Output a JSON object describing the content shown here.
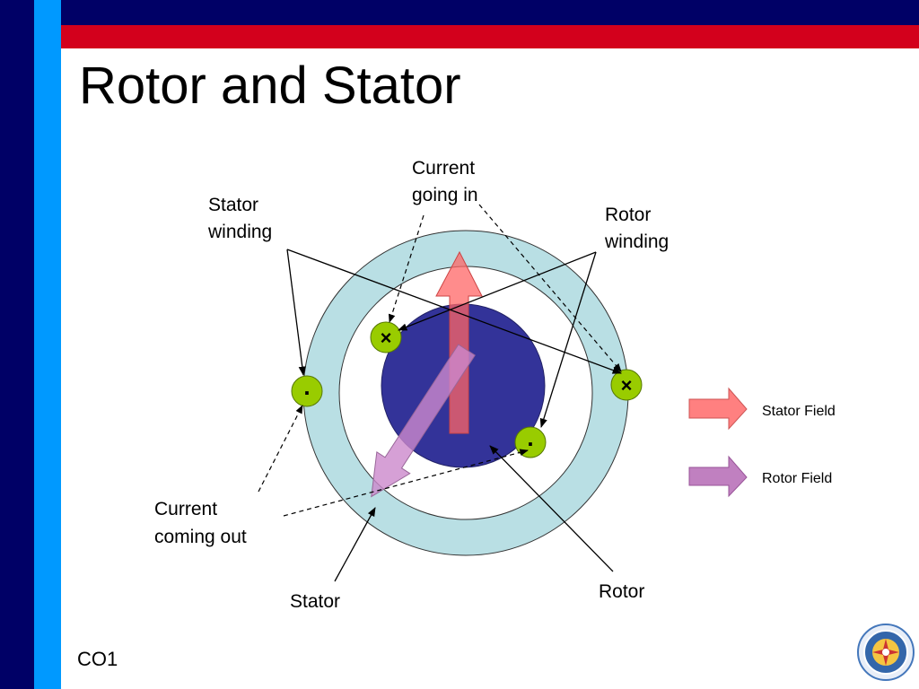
{
  "slide": {
    "title": "Rotor and Stator",
    "footer": "CO1"
  },
  "labels": {
    "current_going_in": [
      "Current",
      "going in"
    ],
    "stator_winding": [
      "Stator",
      "winding"
    ],
    "rotor_winding": [
      "Rotor",
      "winding"
    ],
    "current_coming_out": [
      "Current",
      "coming out"
    ],
    "stator": "Stator",
    "rotor": "Rotor"
  },
  "conductors": {
    "into_page_symbol": "×",
    "out_of_page_symbol": "."
  },
  "legend": {
    "stator_field": "Stator Field",
    "rotor_field": "Rotor Field"
  },
  "colors": {
    "frame_navy": "#000066",
    "frame_red": "#d3001c",
    "frame_blue": "#0099ff",
    "stator_ring": "#b9dfe4",
    "rotor": "#333399",
    "conductor": "#99cc00",
    "stator_field_arrow": "#ff8080",
    "rotor_field_arrow": "#c080c0"
  }
}
